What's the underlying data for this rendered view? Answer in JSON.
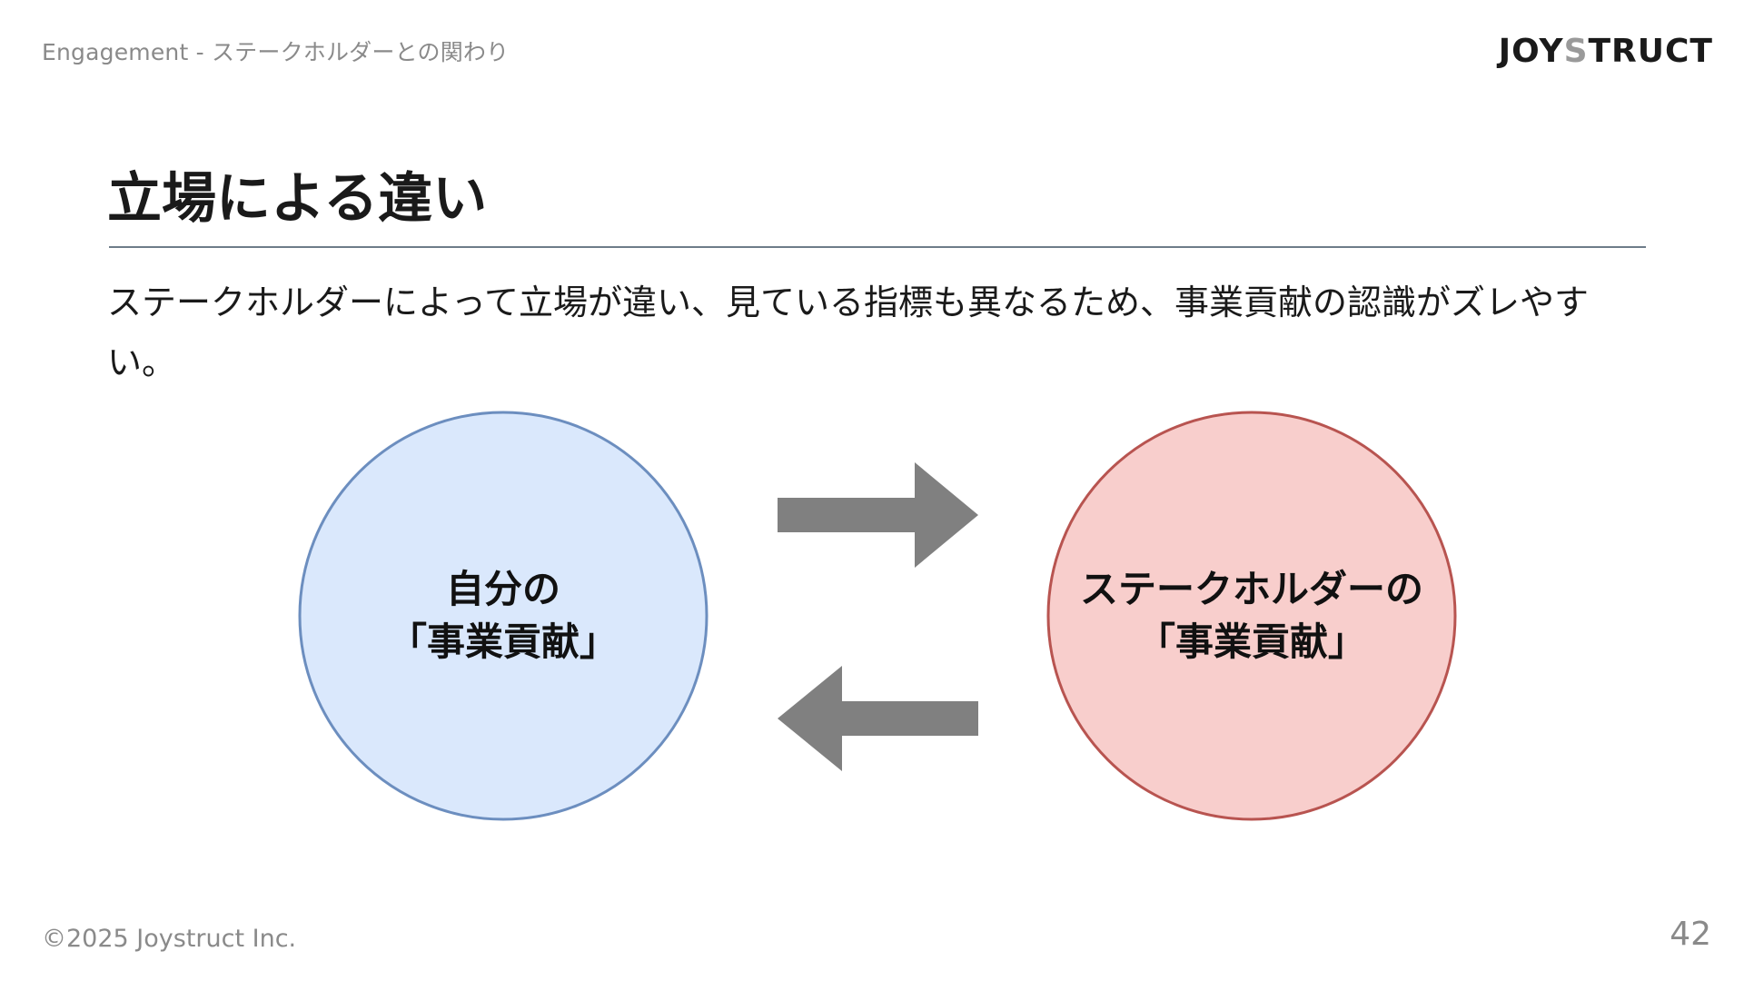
{
  "header": {
    "breadcrumb": "Engagement - ステークホルダーとの関わり",
    "logo_left": "JOY",
    "logo_accent": "S",
    "logo_right": "TRUCT"
  },
  "slide": {
    "title": "立場による違い",
    "description": "ステークホルダーによって立場が違い、見ている指標も異なるため、事業貢献の認識がズレやすい。"
  },
  "diagram": {
    "left_circle": {
      "line1": "自分の",
      "line2": "「事業貢献」",
      "fill": "#dae8fc",
      "stroke": "#6c8ebf"
    },
    "right_circle": {
      "line1": "ステークホルダーの",
      "line2": "「事業貢献」",
      "fill": "#f8cecc",
      "stroke": "#b85450"
    },
    "arrow_color": "#808080",
    "arrows": [
      "arrow-right",
      "arrow-left"
    ]
  },
  "footer": {
    "copyright": "©2025 Joystruct Inc.",
    "page_number": "42"
  }
}
